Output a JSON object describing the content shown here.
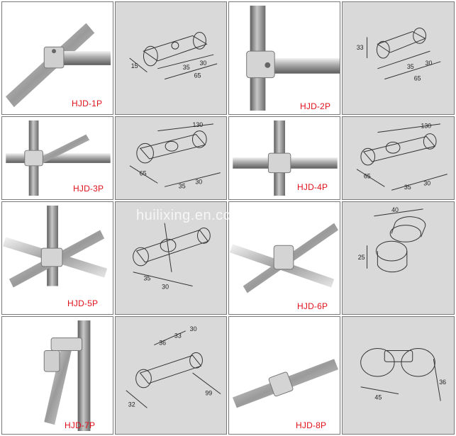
{
  "watermark": "huilixing.en.com",
  "products": [
    {
      "code": "HJD-1P",
      "dims": [
        "15",
        "35",
        "30",
        "65"
      ]
    },
    {
      "code": "HJD-2P",
      "dims": [
        "33",
        "35",
        "30",
        "65"
      ]
    },
    {
      "code": "HJD-3P",
      "dims": [
        "130",
        "65",
        "35",
        "30"
      ]
    },
    {
      "code": "HJD-4P",
      "dims": [
        "130",
        "65",
        "35",
        "30"
      ]
    },
    {
      "code": "HJD-5P",
      "dims": [
        "35",
        "30"
      ]
    },
    {
      "code": "HJD-6P",
      "dims": [
        "40",
        "25"
      ]
    },
    {
      "code": "HJD-7P",
      "dims": [
        "36",
        "33",
        "30",
        "32",
        "99"
      ]
    },
    {
      "code": "HJD-8P",
      "dims": [
        "45",
        "36"
      ]
    }
  ]
}
